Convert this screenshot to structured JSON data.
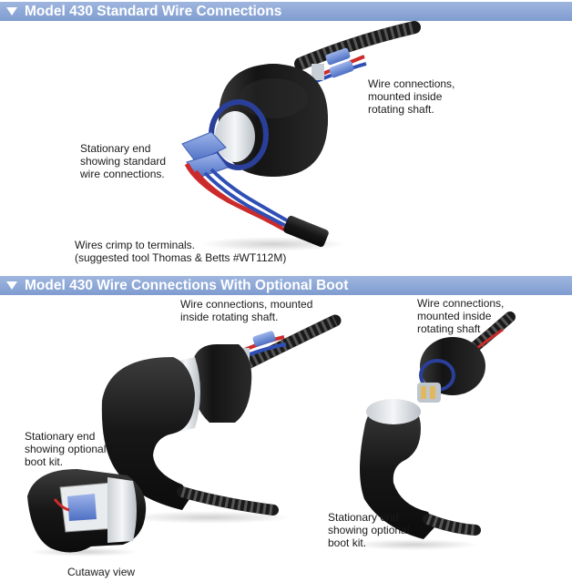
{
  "section1": {
    "title": "Model 430 Standard Wire Connections",
    "label_wire_connections": "Wire connections,\nmounted inside\nrotating shaft.",
    "label_stationary_end": "Stationary end\nshowing standard\nwire connections.",
    "label_wires_crimp": "Wires crimp to terminals.\n(suggested tool Thomas & Betts #WT112M)"
  },
  "section2": {
    "title": "Model 430 Wire Connections With Optional Boot",
    "label_wire_connections_left": "Wire connections, mounted\ninside rotating shaft.",
    "label_wire_connections_right": "Wire connections,\nmounted inside\nrotating shaft",
    "label_stationary_left": "Stationary end\nshowing optional\nboot kit.",
    "label_stationary_right": "Stationary end\nshowing optional\nboot kit.",
    "label_cutaway": "Cutaway view"
  },
  "colors": {
    "header_bg": "#8aa6d6",
    "body_black": "#1b1b1b",
    "ring_blue": "#2a3f9a",
    "white_ring": "#e8ecef",
    "connector_blue": "#6d8fd6",
    "wire_red": "#cc2b2b",
    "wire_blue": "#2f4fb6"
  }
}
